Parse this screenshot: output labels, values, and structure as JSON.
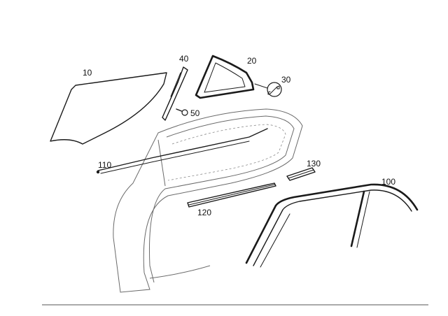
{
  "diagram": {
    "callouts": [
      {
        "id": "10",
        "label": "10",
        "part": "window-glass"
      },
      {
        "id": "20",
        "label": "20",
        "part": "quarter-glass-frame"
      },
      {
        "id": "30",
        "label": "30",
        "part": "wrench-symbol"
      },
      {
        "id": "40",
        "label": "40",
        "part": "window-channel"
      },
      {
        "id": "50",
        "label": "50",
        "part": "screw"
      },
      {
        "id": "100",
        "label": "100",
        "part": "door-frame-seal"
      },
      {
        "id": "110",
        "label": "110",
        "part": "waist-seal-inner"
      },
      {
        "id": "120",
        "label": "120",
        "part": "waist-seal-outer"
      },
      {
        "id": "130",
        "label": "130",
        "part": "trim-strip"
      }
    ],
    "colors": {
      "line": "#1a1a1a",
      "door": "#6a6a6a",
      "rule": "#555555"
    }
  }
}
